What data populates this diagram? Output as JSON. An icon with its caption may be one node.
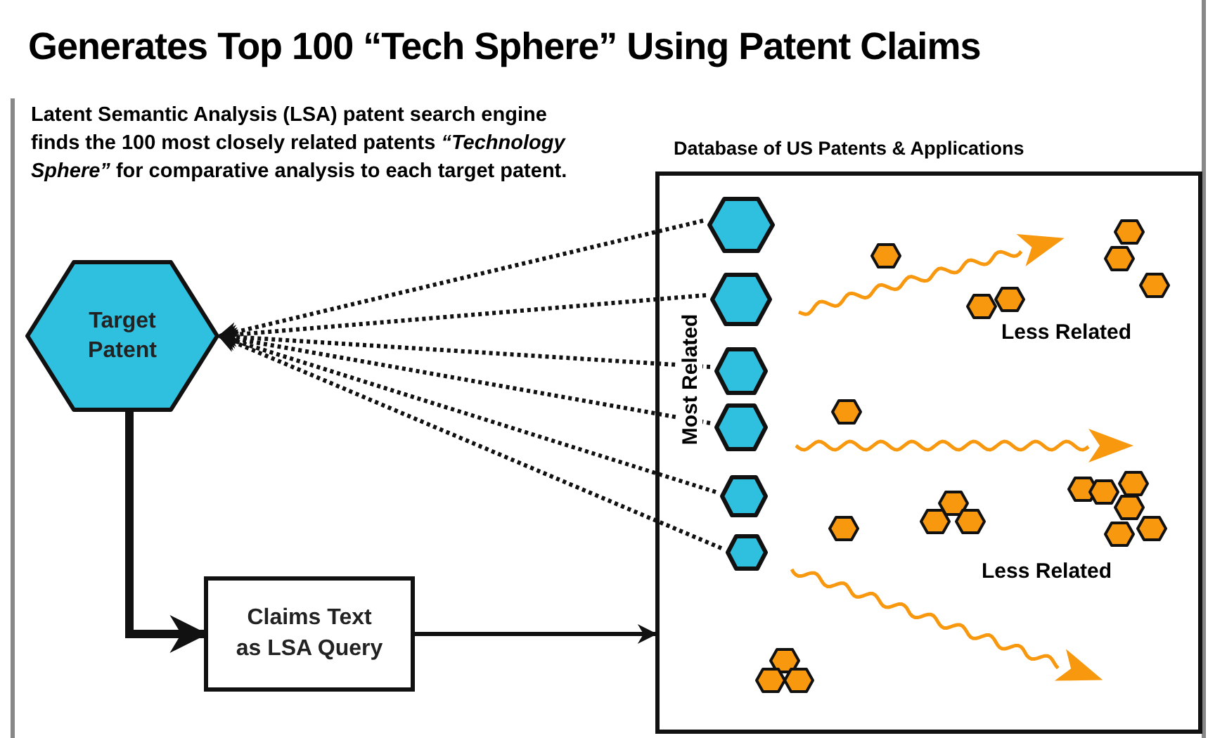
{
  "diagram": {
    "title": "Generates Top 100 “Tech Sphere” Using Patent Claims",
    "nodes": [
      {
        "text": [
          "Target Patent"
        ]
      },
      {
        "text": [
          "Claims Text as LSA Query"
        ]
      },
      {
        "text": [
          "Database of US Patents & Applications"
        ]
      },
      {
        "text": [],
        "shape": "hexagon",
        "in": 2
      },
      {
        "text": [],
        "shape": "hexagon",
        "in": 2
      },
      {
        "text": [],
        "shape": "hexagon",
        "in": 2
      },
      {
        "text": [],
        "shape": "hexagon",
        "in": 2
      },
      {
        "text": [],
        "shape": "hexagon",
        "in": 2
      },
      {
        "text": [],
        "shape": "hexagon",
        "in": 2
      },
      {
        "text": [],
        "shape": "hexagon",
        "in": 2
      },
      {
        "text": [],
        "shape": "hexagon",
        "in": 2
      },
      {
        "text": [],
        "shape": "hexagon",
        "in": 2
      },
      {
        "text": [],
        "shape": "hexagon",
        "in": 2
      },
      {
        "text": [],
        "shape": "hexagon",
        "in": 2
      },
      {
        "text": [],
        "shape": "hexagon",
        "in": 2
      },
      {
        "text": [],
        "shape": "hexagon",
        "in": 2
      },
      {
        "text": [],
        "shape": "hexagon",
        "in": 2
      },
      {
        "text": [],
        "shape": "hexagon",
        "in": 2
      },
      {
        "text": [],
        "shape": "hexagon",
        "in": 2
      },
      {
        "text": [],
        "shape": "hexagon",
        "in": 2
      },
      {
        "text": [],
        "shape": "hexagon",
        "in": 2
      },
      {
        "text": [],
        "shape": "hexagon",
        "in": 2
      },
      {
        "text": [],
        "shape": "hexagon",
        "in": 2
      },
      {
        "text": [],
        "shape": "hexagon",
        "in": 2
      },
      {
        "text": [],
        "shape": "hexagon",
        "in": 2
      },
      {
        "text": [],
        "shape": "hexagon",
        "in": 2
      },
      {
        "text": [],
        "shape": "hexagon",
        "in": 2
      },
      {
        "text": [],
        "shape": "hexagon",
        "in": 2
      },
      {
        "text": [],
        "shape": "hexagon",
        "in": 2
      }
    ],
    "edges": [
      {
        "from": 0,
        "to": 1,
        "arrow": "to",
        "style": "thick"
      },
      {
        "from": 1,
        "to": 2,
        "arrow": "to"
      },
      {
        "from": 3,
        "to": 0,
        "arrow": "to",
        "style": "dashed"
      },
      {
        "from": 4,
        "to": 0,
        "arrow": "to",
        "style": "dashed"
      },
      {
        "from": 5,
        "to": 0,
        "arrow": "to",
        "style": "dashed"
      },
      {
        "from": 6,
        "to": 0,
        "arrow": "to",
        "style": "dashed"
      },
      {
        "from": 7,
        "to": 0,
        "arrow": "to",
        "style": "dashed"
      },
      {
        "from": 8,
        "to": 0,
        "arrow": "to",
        "style": "dashed"
      }
    ],
    "labels": [
      "Latent Semantic Analysis (LSA) patent search engine finds the 100 most closely related patents *“Technology Sphere”* for comparative analysis to each target patent.",
      "Most Related",
      "Less Related",
      "Less Related"
    ]
  }
}
